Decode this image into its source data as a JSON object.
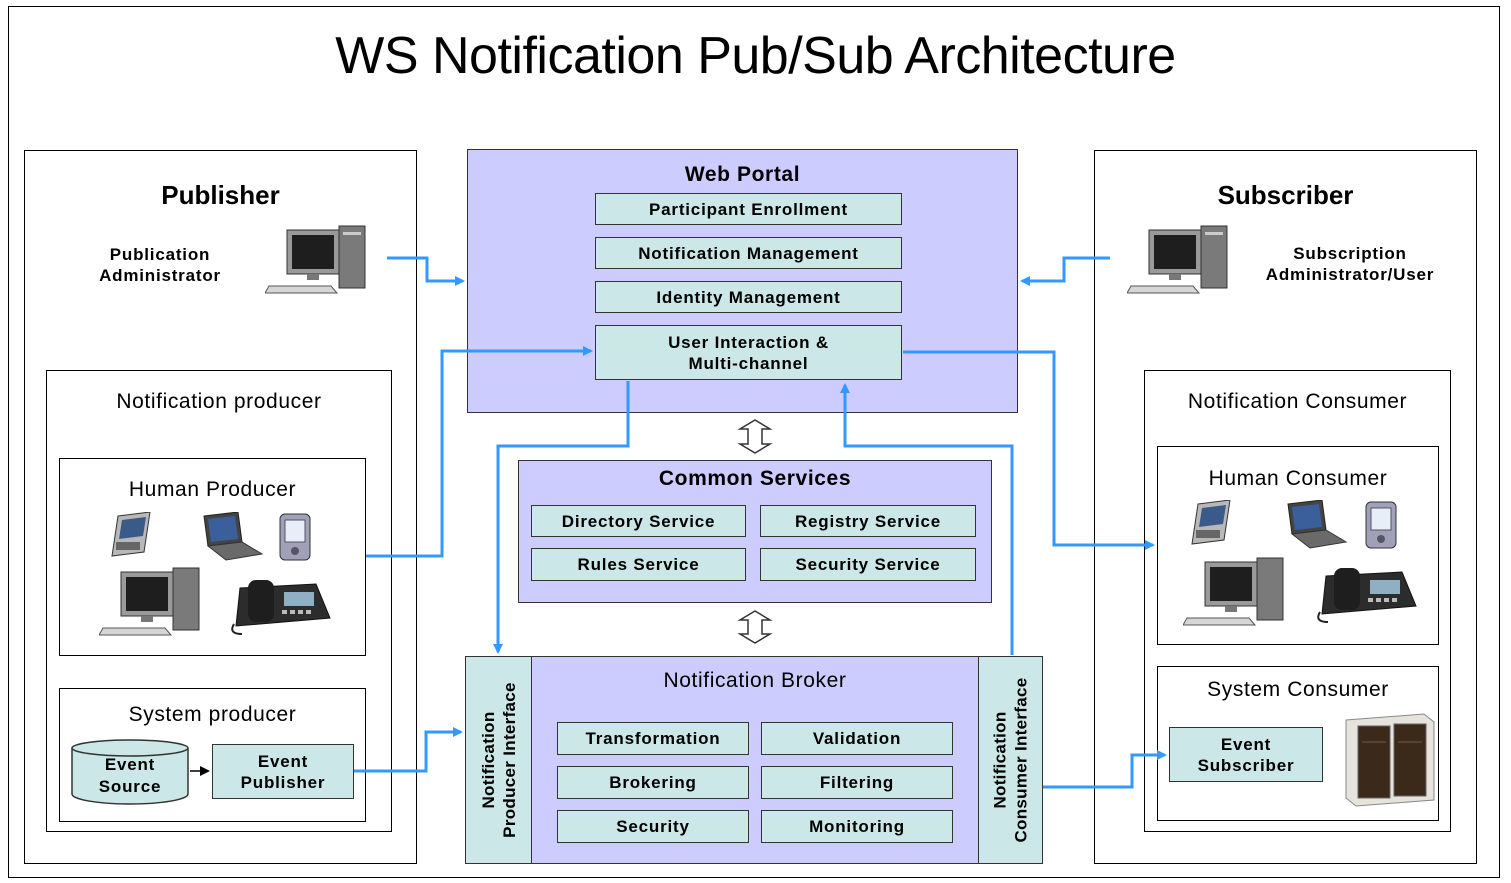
{
  "title": "WS Notification Pub/Sub Architecture",
  "publisher": {
    "heading": "Publisher",
    "admin": "Publication\nAdministrator",
    "producer": {
      "heading": "Notification producer",
      "human": "Human Producer",
      "system": "System producer",
      "event_source": "Event\nSource",
      "event_publisher": "Event\nPublisher"
    }
  },
  "portal": {
    "heading": "Web Portal",
    "items": [
      "Participant Enrollment",
      "Notification Management",
      "Identity Management",
      "User Interaction &\nMulti-channel"
    ]
  },
  "common": {
    "heading": "Common Services",
    "items": [
      "Directory Service",
      "Registry Service",
      "Rules Service",
      "Security Service"
    ]
  },
  "broker": {
    "heading": "Notification Broker",
    "producer_interface": "Notification\nProducer Interface",
    "consumer_interface": "Notification\nConsumer Interface",
    "items": [
      "Transformation",
      "Validation",
      "Brokering",
      "Filtering",
      "Security",
      "Monitoring"
    ]
  },
  "subscriber": {
    "heading": "Subscriber",
    "admin": "Subscription\nAdministrator/User",
    "consumer": {
      "heading": "Notification Consumer",
      "human": "Human Consumer",
      "system": "System Consumer",
      "event_subscriber": "Event\nSubscriber"
    }
  },
  "icons": [
    "computer-icon",
    "pda-phone-icon",
    "laptop-icon",
    "handheld-icon",
    "desk-phone-icon",
    "server-cabinet-icon",
    "database-cylinder-icon"
  ],
  "colors": {
    "portal_bg": "#ccccff",
    "box_bg": "#cce7e7",
    "arrow": "#3399ff"
  }
}
